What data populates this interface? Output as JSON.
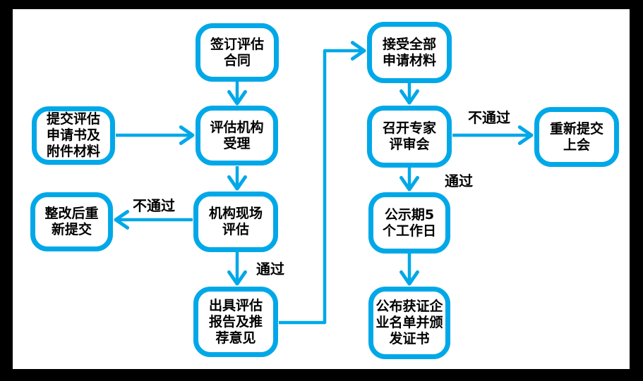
{
  "diagram": {
    "accent_color": "#00A8E8",
    "text_color": "#000000",
    "frame_color": "#000000",
    "canvas_color": "#FFFFFF",
    "nodes": [
      {
        "id": "sign-contract",
        "label": "签订评估\n合同"
      },
      {
        "id": "submit-application",
        "label": "提交评估\n申请书及\n附件材料"
      },
      {
        "id": "agency-acceptance",
        "label": "评估机构\n受理"
      },
      {
        "id": "resubmit-after-rectification",
        "label": "整改后重\n新提交"
      },
      {
        "id": "onsite-evaluation",
        "label": "机构现场\n评估"
      },
      {
        "id": "issue-report",
        "label": "出具评估\n报告及推\n荐意见"
      },
      {
        "id": "accept-all-materials",
        "label": "接受全部\n申请材料"
      },
      {
        "id": "expert-review-meeting",
        "label": "召开专家\n评审会"
      },
      {
        "id": "resubmit-to-meeting",
        "label": "重新提交\n上会"
      },
      {
        "id": "public-notice",
        "label": "公示期5\n个工作日"
      },
      {
        "id": "announce-certificates",
        "label": "公布获证企\n业名单并颁\n发证书"
      }
    ],
    "edges": [
      {
        "from": "sign-contract",
        "to": "agency-acceptance",
        "label": ""
      },
      {
        "from": "submit-application",
        "to": "agency-acceptance",
        "label": ""
      },
      {
        "from": "agency-acceptance",
        "to": "onsite-evaluation",
        "label": ""
      },
      {
        "from": "onsite-evaluation",
        "to": "resubmit-after-rectification",
        "label": "不通过"
      },
      {
        "from": "onsite-evaluation",
        "to": "issue-report",
        "label": "通过"
      },
      {
        "from": "issue-report",
        "to": "accept-all-materials",
        "label": ""
      },
      {
        "from": "accept-all-materials",
        "to": "expert-review-meeting",
        "label": ""
      },
      {
        "from": "expert-review-meeting",
        "to": "resubmit-to-meeting",
        "label": "不通过"
      },
      {
        "from": "expert-review-meeting",
        "to": "public-notice",
        "label": "通过"
      },
      {
        "from": "public-notice",
        "to": "announce-certificates",
        "label": ""
      }
    ]
  }
}
